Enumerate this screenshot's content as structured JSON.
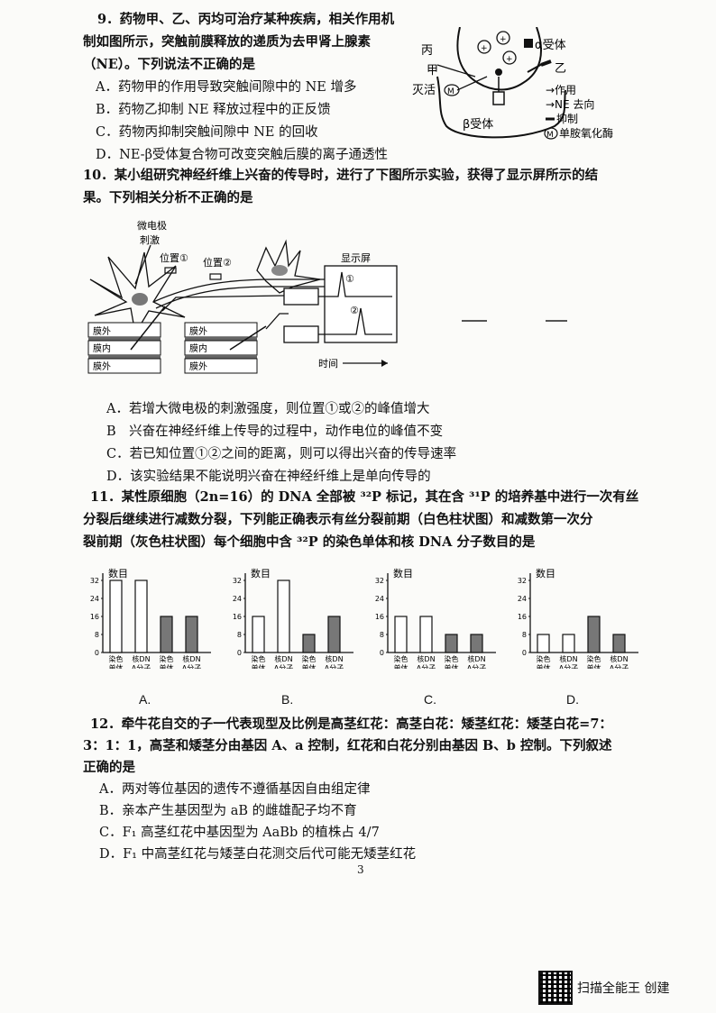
{
  "q9": {
    "stem_line1": "9．药物甲、乙、丙均可治疗某种疾病，相关作用机",
    "stem_line2": "制如图所示，突触前膜释放的递质为去甲肾上腺素",
    "stem_line3": "（NE）。下列说法不正确的是",
    "options": [
      "A．药物甲的作用导致突触间隙中的 NE 增多",
      "B．药物乙抑制 NE 释放过程中的正反馈",
      "C．药物丙抑制突触间隙中 NE 的回收",
      "D．NE-β受体复合物可改变突触后膜的离子通透性"
    ],
    "diagram": {
      "label_bing": "丙",
      "label_jia": "甲",
      "label_miehuo": "灭活",
      "label_alpha": "α受体",
      "label_yi": "乙",
      "label_beta": "β受体",
      "legend": [
        "→作用",
        "→NE 去向",
        "抑制",
        "单胺氧化酶"
      ],
      "enzyme_symbol": "M"
    }
  },
  "q10": {
    "stem_line1": "10．某小组研究神经纤维上兴奋的传导时，进行了下图所示实验，获得了显示屏所示的结",
    "stem_line2": "果。下列相关分析不正确的是",
    "diagram": {
      "electrode": "微电极",
      "stimulus": "刺激",
      "pos1": "位置①",
      "pos2": "位置②",
      "screen": "显示屏",
      "peak1": "①",
      "peak2": "②",
      "membrane_labels": [
        "膜外",
        "膜内",
        "膜外"
      ],
      "time": "时间"
    },
    "options": [
      "A．若增大微电极的刺激强度，则位置①或②的峰值增大",
      "B　兴奋在神经纤维上传导的过程中，动作电位的峰值不变",
      "C．若已知位置①②之间的距离，则可以得出兴奋的传导速率",
      "D．该实验结果不能说明兴奋在神经纤维上是单向传导的"
    ]
  },
  "q11": {
    "stem_line1": "11．某性原细胞（2n=16）的 DNA 全部被 ³²P 标记，其在含 ³¹P 的培养基中进行一次有丝",
    "stem_line2": "分裂后继续进行减数分裂，下列能正确表示有丝分裂前期（白色柱状图）和减数第一次分",
    "stem_line3": "裂前期（灰色柱状图）每个细胞中含 ³²P 的染色单体和核 DNA 分子数目的是",
    "chart_data": [
      {
        "type": "bar",
        "letter": "A.",
        "ylabel": "数目",
        "yticks": [
          "32",
          "24",
          "16",
          "8",
          "0"
        ],
        "ylim": [
          0,
          32
        ],
        "categories": [
          "染色单体",
          "核DNA分子",
          "染色单体",
          "核DNA分子"
        ],
        "series": [
          {
            "values": [
              32,
              32,
              null,
              null
            ]
          },
          {
            "values": [
              null,
              null,
              16,
              16
            ]
          }
        ]
      },
      {
        "type": "bar",
        "letter": "B.",
        "ylabel": "数目",
        "yticks": [
          "32",
          "24",
          "16",
          "8",
          "0"
        ],
        "ylim": [
          0,
          32
        ],
        "categories": [
          "染色单体",
          "核DNA分子",
          "染色单体",
          "核DNA分子"
        ],
        "series": [
          {
            "values": [
              16,
              32,
              null,
              null
            ]
          },
          {
            "values": [
              null,
              null,
              8,
              16
            ]
          }
        ]
      },
      {
        "type": "bar",
        "letter": "C.",
        "ylabel": "数目",
        "yticks": [
          "32",
          "24",
          "16",
          "8",
          "0"
        ],
        "ylim": [
          0,
          32
        ],
        "categories": [
          "染色单体",
          "核DNA分子",
          "染色单体",
          "核DNA分子"
        ],
        "series": [
          {
            "values": [
              16,
              16,
              null,
              null
            ]
          },
          {
            "values": [
              null,
              null,
              8,
              8
            ]
          }
        ]
      },
      {
        "type": "bar",
        "letter": "D.",
        "ylabel": "数目",
        "yticks": [
          "32",
          "24",
          "16",
          "8",
          "0"
        ],
        "ylim": [
          0,
          32
        ],
        "categories": [
          "染色单体",
          "核DNA分子",
          "染色单体",
          "核DNA分子"
        ],
        "series": [
          {
            "values": [
              8,
              8,
              null,
              null
            ]
          },
          {
            "values": [
              null,
              null,
              16,
              8
            ]
          }
        ]
      }
    ]
  },
  "q12": {
    "stem_line1": "12．牵牛花自交的子一代表现型及比例是高茎红花：高茎白花：矮茎红花：矮茎白花=7：",
    "stem_line2": "3：1：1，高茎和矮茎分由基因 A、a 控制，红花和白花分别由基因 B、b 控制。下列叙述",
    "stem_line3": "正确的是",
    "options": [
      "A．两对等位基因的遗传不遵循基因自由组定律",
      "B．亲本产生基因型为 aB 的雌雄配子均不育",
      "C．F₁ 高茎红花中基因型为 AaBb 的植株占 4/7",
      "D．F₁ 中高茎红花与矮茎白花测交后代可能无矮茎红花"
    ]
  },
  "page_number": "3",
  "footer": "扫描全能王  创建"
}
